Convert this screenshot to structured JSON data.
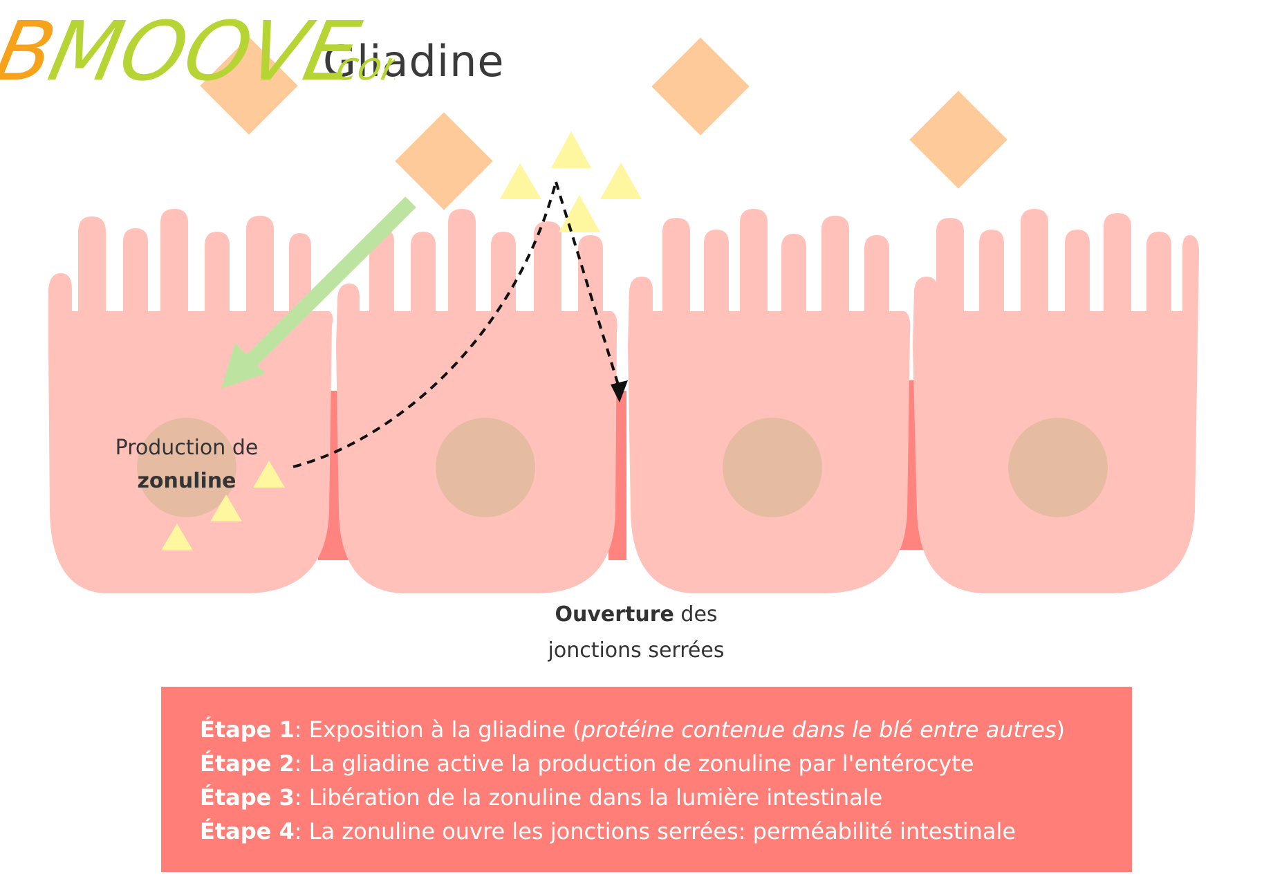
{
  "gliadine_label": "Gliadine",
  "logo": {
    "main": "BMOOVE",
    "suffix": ".com",
    "colors": {
      "orange": "#f7a21b",
      "green": "#b6d433"
    }
  },
  "production_label": {
    "line1": "Production de",
    "line2": "zonuline"
  },
  "ouverture_label": {
    "bold": "Ouverture",
    "rest": " des",
    "line2": "jonctions serrées"
  },
  "steps": [
    {
      "key": "Étape 1",
      "text": ": Exposition à la gliadine (",
      "italic": "protéine contenue dans le blé entre autres",
      "after": ")"
    },
    {
      "key": "Étape 2",
      "text": ": La gliadine active la production de zonuline par l'entérocyte",
      "italic": "",
      "after": ""
    },
    {
      "key": "Étape 3",
      "text": ": Libération de la zonuline dans la lumière intestinale",
      "italic": "",
      "after": ""
    },
    {
      "key": "Étape 4",
      "text": ": La zonuline ouvre les jonctions serrées: perméabilité intestinale",
      "italic": "",
      "after": ""
    }
  ],
  "colors": {
    "cell": "#ffc1b9",
    "junction": "#ff8480",
    "nucleus": "#e5bca2",
    "gliadin": "#ffca9a",
    "zonulin": "#fff6a0",
    "green_arrow": "#bde3a0",
    "box": "#ff7f78",
    "text": "#333333"
  }
}
